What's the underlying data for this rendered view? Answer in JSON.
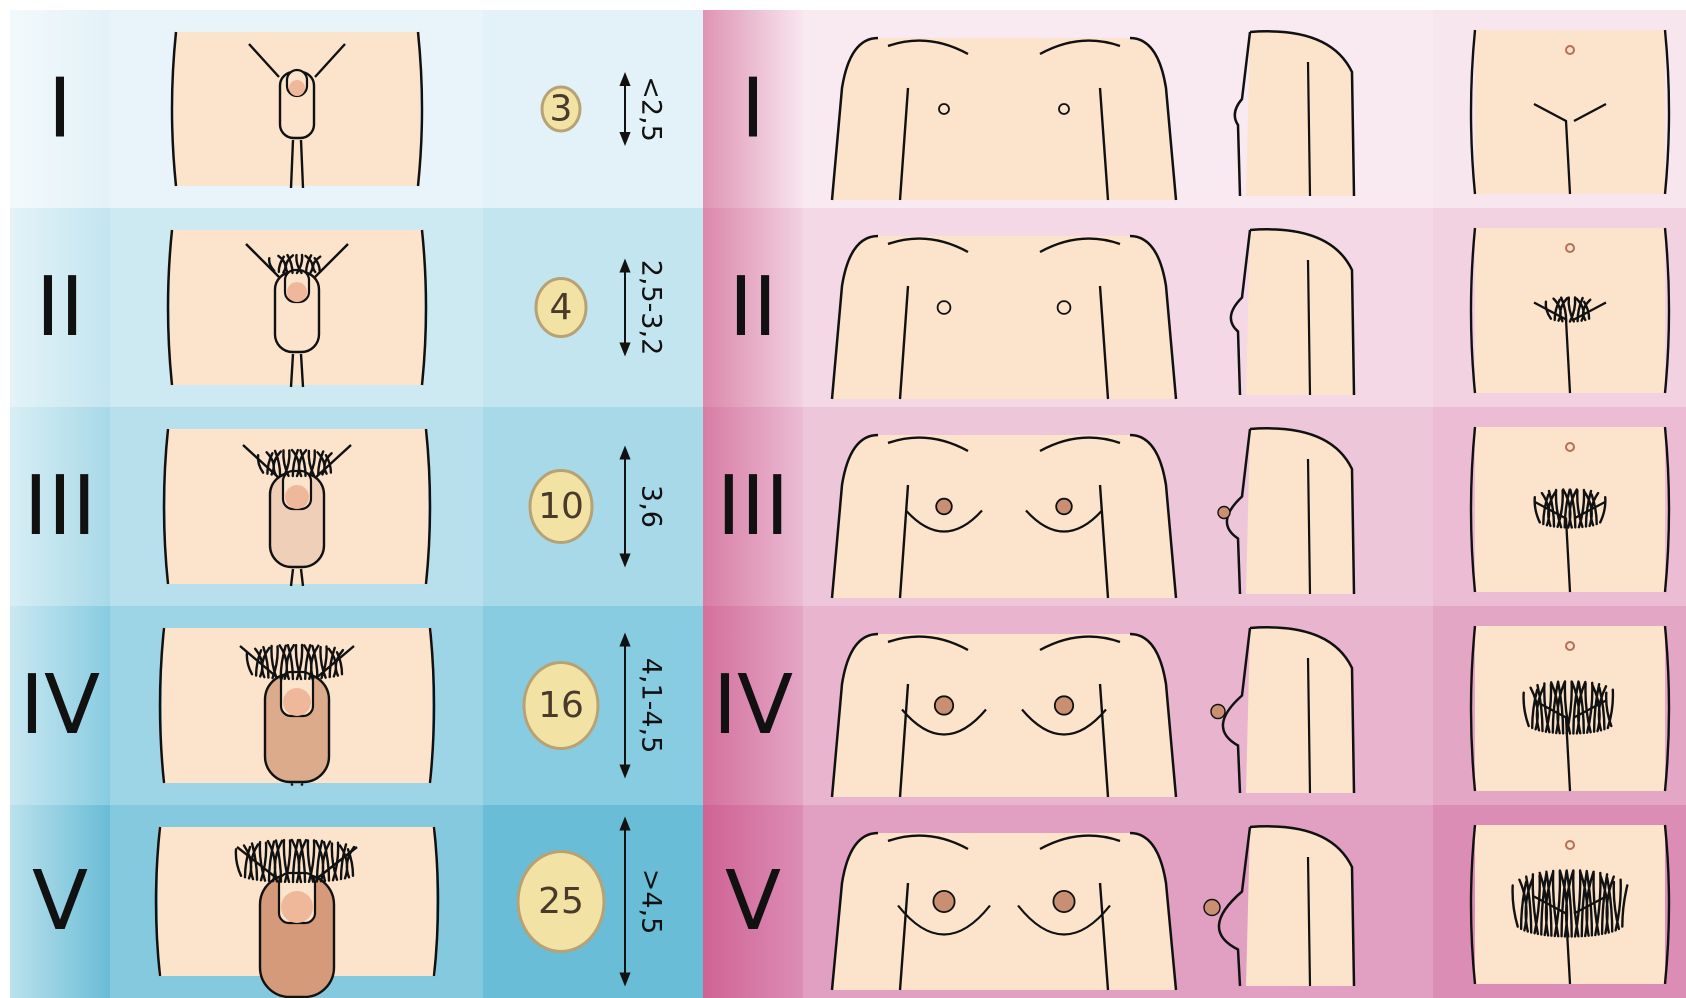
{
  "colors": {
    "skin": "#fbe3cc",
    "outline": "#111111",
    "testis": "#f2e2a4",
    "testis_border": "#b7a276",
    "areola": "#c98f73",
    "blue_rows": [
      "#e3f2f8",
      "#c3e5ef",
      "#a8d9e8",
      "#88cce1",
      "#69bdd6"
    ],
    "pink_rows": [
      "#f8e6ef",
      "#f2d1e1",
      "#ebbcd3",
      "#e4a6c5",
      "#dc8db6"
    ]
  },
  "male": {
    "stages": [
      {
        "roman": "I",
        "testis_volume": "3",
        "length": "<2,5"
      },
      {
        "roman": "II",
        "testis_volume": "4",
        "length": "2,5-3,2"
      },
      {
        "roman": "III",
        "testis_volume": "10",
        "length": "3,6"
      },
      {
        "roman": "IV",
        "testis_volume": "16",
        "length": "4,1-4,5"
      },
      {
        "roman": "V",
        "testis_volume": "25",
        "length": ">4,5"
      }
    ]
  },
  "female": {
    "stages": [
      {
        "roman": "I"
      },
      {
        "roman": "II"
      },
      {
        "roman": "III"
      },
      {
        "roman": "IV"
      },
      {
        "roman": "V"
      }
    ]
  }
}
